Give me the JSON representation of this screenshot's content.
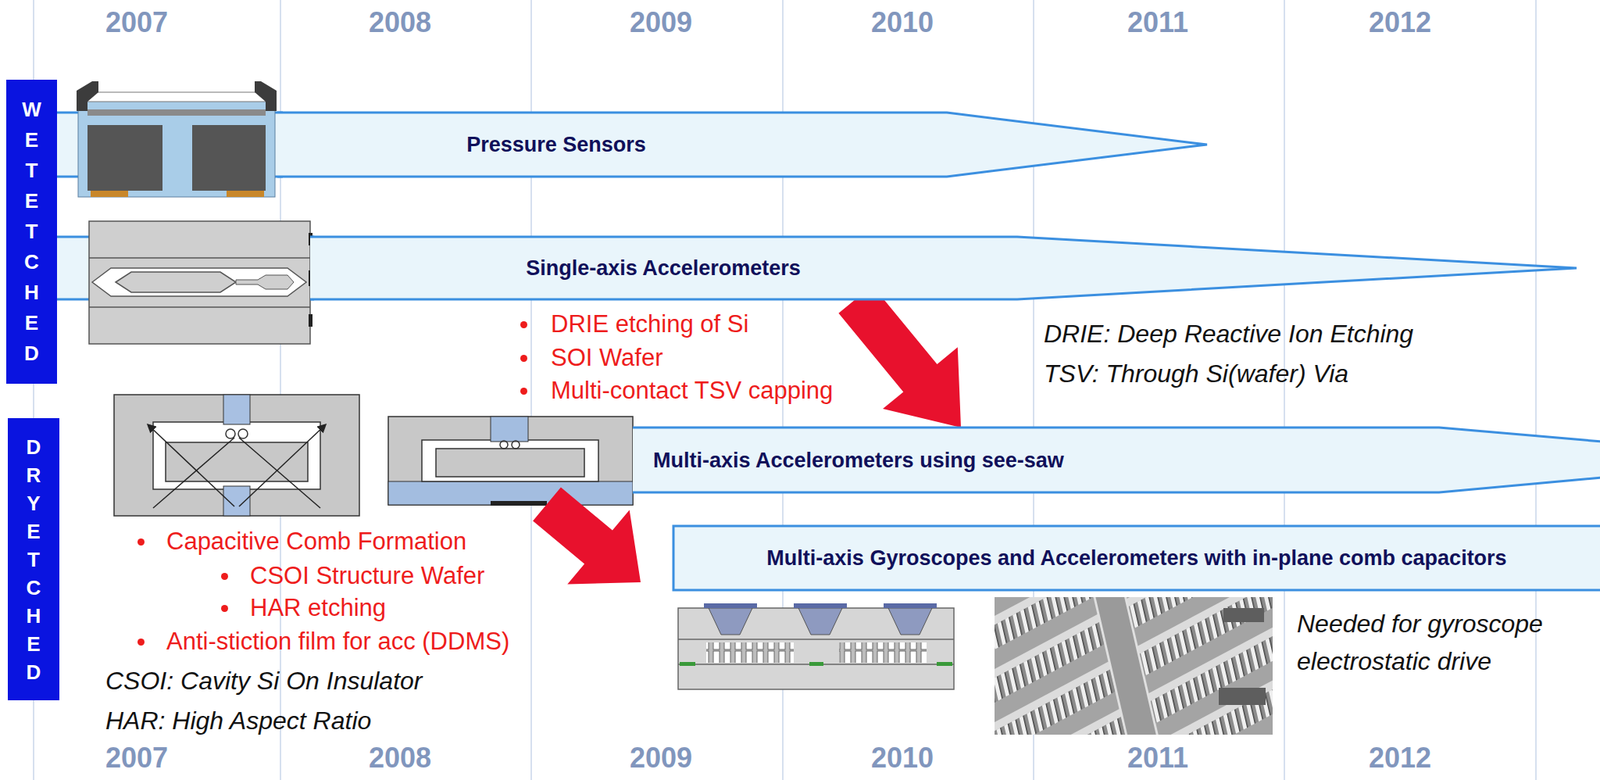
{
  "diagram": {
    "nodes": [
      {
        "text": [
          "WET ETCHED"
        ]
      },
      {
        "text": [
          "Pressure Sensors"
        ]
      },
      {
        "text": [
          "Single-axis Accelerometers"
        ]
      },
      {
        "text": [
          "DRY ETCHED"
        ]
      },
      {
        "text": [
          "Multi-axis Accelerometers using see-saw"
        ]
      },
      {
        "text": [
          "Multi-axis Gyroscopes and Accelerometers with in-plane comb capacitors"
        ]
      }
    ],
    "edges": [
      {
        "from": 2,
        "to": 4,
        "arrow": "to"
      },
      {
        "from": 4,
        "to": 5,
        "arrow": "to"
      }
    ],
    "labels": [
      "2007",
      "2008",
      "2009",
      "2010",
      "2011",
      "2012",
      "2007",
      "2008",
      "2009",
      "2010",
      "2011",
      "2012",
      "DRIE etching of Si",
      "SOI Wafer",
      "Multi-contact TSV capping",
      "DRIE: Deep Reactive Ion Etching",
      "TSV: Through Si(wafer) Via",
      "Capacitive Comb Formation",
      "CSOI Structure Wafer",
      "HAR etching",
      "Anti-stiction film for acc (DDMS)",
      "CSOI: Cavity Si On Insulator",
      "HAR: High Aspect Ratio",
      "Needed for gyroscope electrostatic drive"
    ]
  }
}
